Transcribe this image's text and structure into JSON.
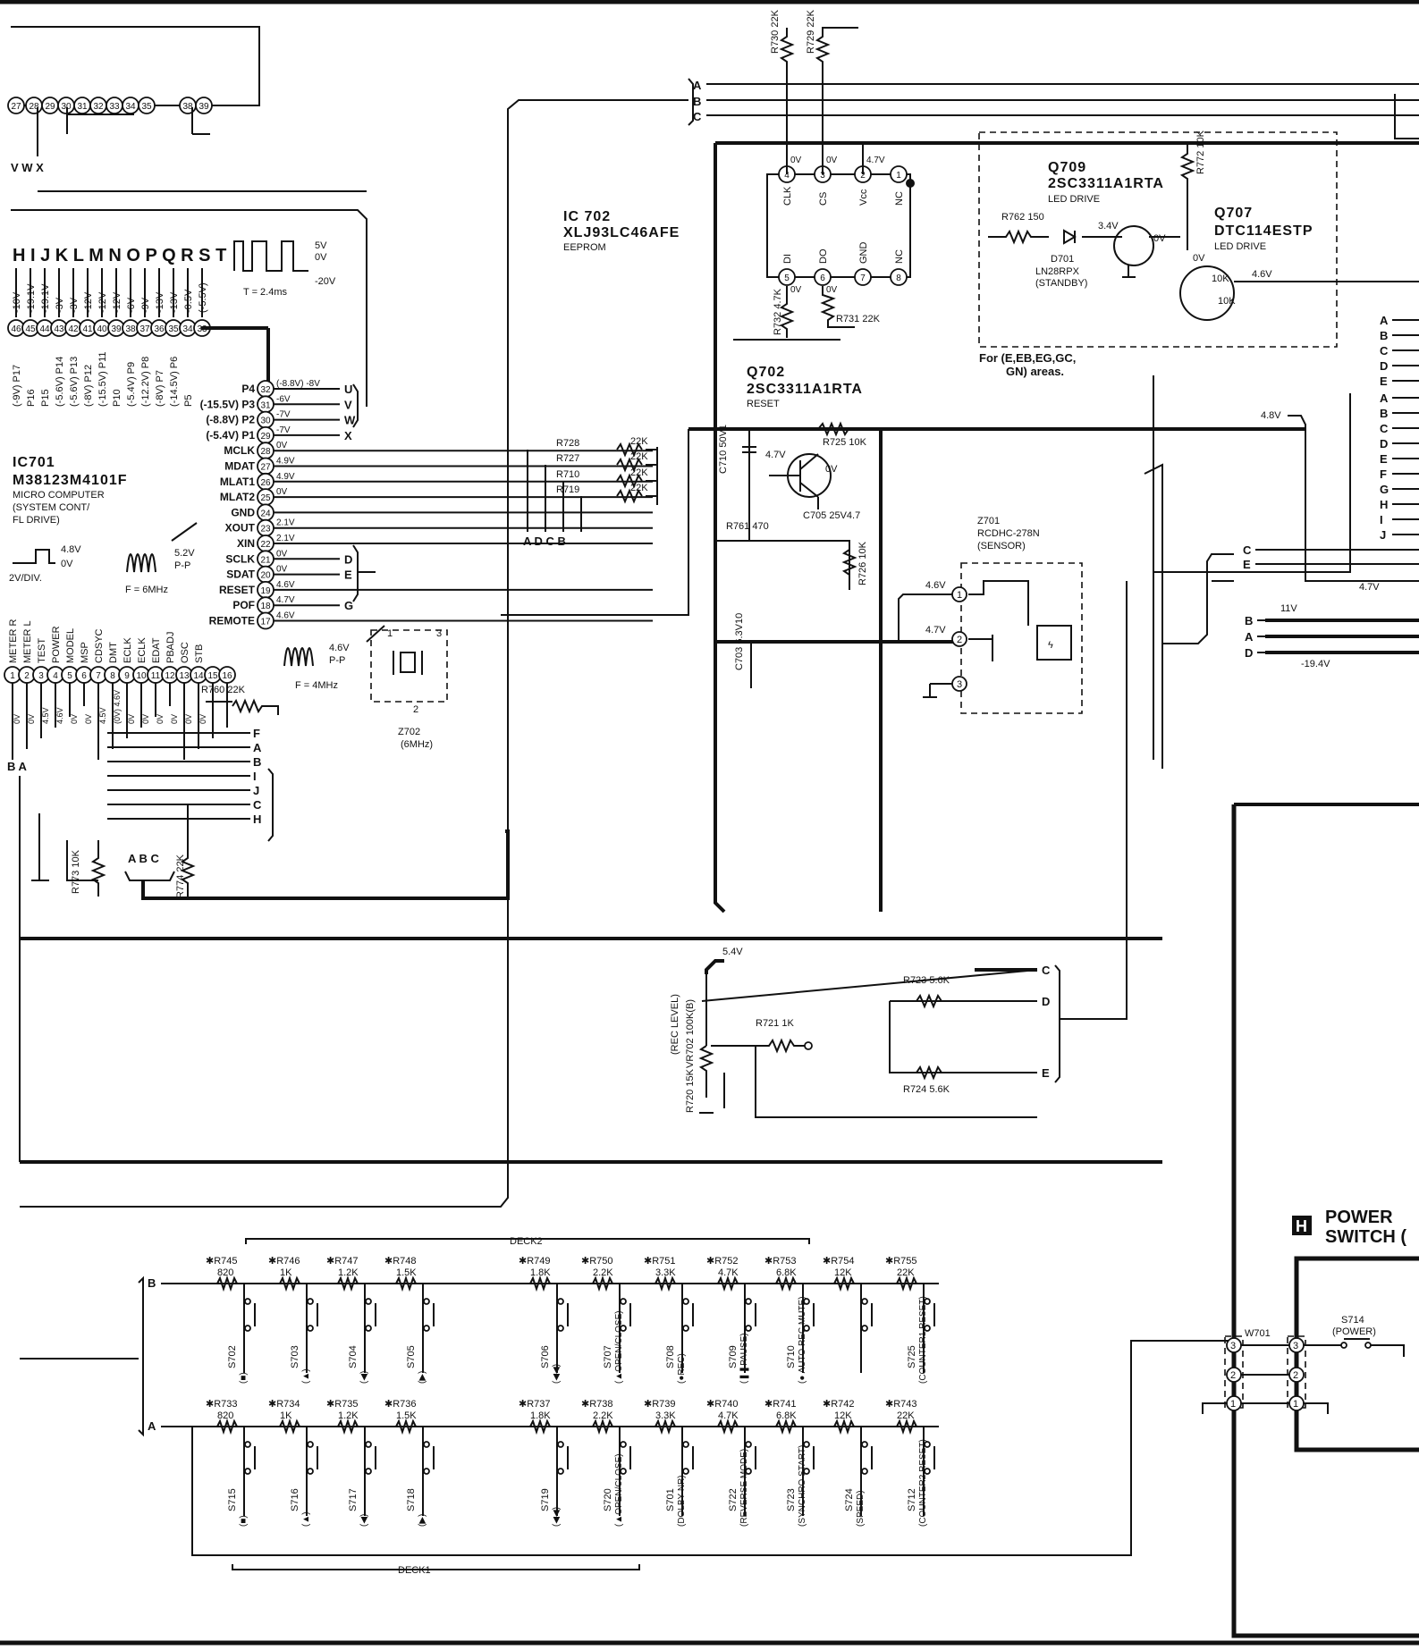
{
  "ic701": {
    "ref": "IC701",
    "part": "M38123M4101F",
    "desc1": "MICRO COMPUTER",
    "desc2": "(SYSTEM CONT/",
    "desc3": "FL DRIVE)",
    "clock_label": "F = 6MHz",
    "clock_amp": "5.2V",
    "clock_pp": "P-P",
    "wave_high": "4.8V",
    "wave_low": "0V",
    "wave_div": "2V/DIV.",
    "top_pins": [
      "27",
      "28",
      "29",
      "30",
      "31",
      "32",
      "33",
      "34",
      "35",
      "38",
      "39"
    ],
    "top_bus": "V W X",
    "seg_letters": "H I J K L M N O P Q R S T",
    "seg_wave": {
      "v1": "5V",
      "v2": "0V",
      "v3": "-20V",
      "period": "T = 2.4ms"
    },
    "seg_volts": [
      "-10V",
      "-19.1V",
      "-19.1V",
      "-3V",
      "-3V",
      "-12V",
      "-12V",
      "-12V",
      "-6V",
      "-9V",
      "-13V",
      "-13V",
      "-0.5V",
      "(-5.5V)"
    ],
    "seg_pins": [
      "46",
      "45",
      "44",
      "43",
      "42",
      "41",
      "40",
      "39",
      "38",
      "37",
      "36",
      "35",
      "34",
      "33"
    ],
    "seg_names": [
      "(-9V) P17",
      "P16",
      "P15",
      "(-5.6V) P14",
      "(-5.6V) P13",
      "(-8V) P12",
      "(-15.5V) P11",
      "P10",
      "(-5.4V) P9",
      "(-12.2V) P8",
      "(-8V) P7",
      "(-14.5V) P6",
      "P5"
    ],
    "right_pins": [
      {
        "name": "P4",
        "pin": "32",
        "v": "(-8.8V) -8V",
        "bus": "U"
      },
      {
        "name": "(-15.5V) P3",
        "pin": "31",
        "v": "-6V",
        "bus": "V"
      },
      {
        "name": "(-8.8V) P2",
        "pin": "30",
        "v": "-7V",
        "bus": "W"
      },
      {
        "name": "(-5.4V) P1",
        "pin": "29",
        "v": "-7V",
        "bus": "X"
      },
      {
        "name": "MCLK",
        "pin": "28",
        "v": "0V",
        "bus": ""
      },
      {
        "name": "MDAT",
        "pin": "27",
        "v": "4.9V",
        "bus": ""
      },
      {
        "name": "MLAT1",
        "pin": "26",
        "v": "4.9V",
        "bus": ""
      },
      {
        "name": "MLAT2",
        "pin": "25",
        "v": "0V",
        "bus": ""
      },
      {
        "name": "GND",
        "pin": "24",
        "v": "",
        "bus": ""
      },
      {
        "name": "XOUT",
        "pin": "23",
        "v": "2.1V",
        "bus": ""
      },
      {
        "name": "XIN",
        "pin": "22",
        "v": "2.1V",
        "bus": ""
      },
      {
        "name": "SCLK",
        "pin": "21",
        "v": "0V",
        "bus": "D"
      },
      {
        "name": "SDAT",
        "pin": "20",
        "v": "0V",
        "bus": "E"
      },
      {
        "name": "RESET",
        "pin": "19",
        "v": "4.6V",
        "bus": ""
      },
      {
        "name": "POF",
        "pin": "18",
        "v": "4.7V",
        "bus": "G"
      },
      {
        "name": "REMOTE",
        "pin": "17",
        "v": "4.6V",
        "bus": ""
      }
    ],
    "bottom_pins": [
      "1",
      "2",
      "3",
      "4",
      "5",
      "6",
      "7",
      "8",
      "9",
      "10",
      "11",
      "12",
      "13",
      "14",
      "15",
      "16"
    ],
    "bottom_names": [
      "METER R",
      "METER L",
      "TEST",
      "POWER",
      "MODEL",
      "MSP",
      "CDSYC",
      "DMT",
      "ECLK",
      "ECLK",
      "EDAT",
      "PBADJ",
      "OSC",
      "STB"
    ],
    "bottom_volts": [
      "0V",
      "0V",
      "4.5V",
      "4.6V",
      "0V",
      "0V",
      "4.5V",
      "(0V) 4.6V",
      "0V",
      "0V",
      "0V",
      "0V",
      "0V",
      "0V"
    ],
    "bottom_bus": [
      "F",
      "A",
      "B",
      "I",
      "J",
      "C",
      "H"
    ],
    "ba_label": "B A"
  },
  "ic702": {
    "ref": "IC 702",
    "part": "XLJ93LC46AFE",
    "desc": "EEPROM",
    "pins_top": [
      "CLK",
      "CS",
      "Vcc",
      "NC"
    ],
    "pins_bot": [
      "DI",
      "DO",
      "GND",
      "NC"
    ],
    "nums_top": [
      "4",
      "3",
      "2",
      "1"
    ],
    "nums_bot": [
      "5",
      "6",
      "7",
      "8"
    ],
    "v_top": [
      "0V",
      "0V",
      "4.7V"
    ],
    "v_bot": [
      "0V",
      "0V"
    ],
    "bus": "A B C",
    "bus2": "A D C B"
  },
  "resistors": {
    "r730": "R730 22K",
    "r729": "R729 22K",
    "r728": "R728",
    "r727": "R727",
    "r710": "R710",
    "r719": "R719",
    "r7xx_val": "22K",
    "r732": "R732 4.7K",
    "r731": "R731 22K",
    "r725": "R725 10K",
    "r761": "R761 470",
    "r726": "R726 10K",
    "r762": "R762 150",
    "r772": "R772 10K",
    "r760": "R760 22K",
    "r773": "R773 10K",
    "r774": "R774 22K",
    "r723": "R723 5.6K",
    "r724": "R724 5.6K",
    "r721": "R721 1K",
    "r720": "R720 15K"
  },
  "q702": {
    "ref": "Q702",
    "part": "2SC3311A1RTA",
    "desc": "RESET",
    "v1": "4.7V",
    "v2": "0V"
  },
  "q709": {
    "ref": "Q709",
    "part": "2SC3311A1RTA",
    "desc": "LED DRIVE",
    "v": "3.4V",
    "v2": "0V"
  },
  "q707": {
    "ref": "Q707",
    "part": "DTC114ESTP",
    "desc": "LED DRIVE",
    "r1": "10K",
    "r2": "10K",
    "v": "4.6V",
    "v2": "0V"
  },
  "d701": {
    "ref": "D701",
    "part": "LN28RPX",
    "desc": "(STANDBY)"
  },
  "areas_note": "For (E,EB,EG,GC, GN) areas.",
  "c710": "C710 50V1",
  "c705": "C705 25V4.7",
  "c703": "C703 6.3V10",
  "z701": {
    "ref": "Z701",
    "part": "RCDHC-278N",
    "desc": "(SENSOR)",
    "v1": "4.6V",
    "v2": "4.7V",
    "pins": [
      "1",
      "2",
      "3"
    ]
  },
  "z702": {
    "ref": "Z702",
    "desc": "(6MHz)",
    "clock": "F = 4MHz",
    "amp": "4.6V",
    "pp": "P-P",
    "pins": [
      "1",
      "2",
      "3"
    ]
  },
  "vr702": {
    "ref": "VR702 100K(B)",
    "label": "(REC LEVEL)",
    "v": "5.4V"
  },
  "right_volts": {
    "v48": "4.8V",
    "v47": "4.7V",
    "v11": "11V",
    "v194": "-19.4V",
    "v47b": "4.7V"
  },
  "right_bus1": [
    "A",
    "B",
    "C",
    "D",
    "E"
  ],
  "right_bus2": [
    "A",
    "B",
    "C",
    "D",
    "E",
    "F",
    "G",
    "H",
    "I",
    "J"
  ],
  "right_bus3": [
    "C",
    "E"
  ],
  "right_bus4": [
    "B",
    "A",
    "D"
  ],
  "cde_bus": [
    "C",
    "D",
    "E"
  ],
  "deck2": "DECK2",
  "deck1": "DECK1",
  "row_b": {
    "bus": "B",
    "res": [
      [
        "R745",
        "820"
      ],
      [
        "R746",
        "1K"
      ],
      [
        "R747",
        "1.2K"
      ],
      [
        "R748",
        "1.5K"
      ],
      [
        "R749",
        "1.8K"
      ],
      [
        "R750",
        "2.2K"
      ],
      [
        "R751",
        "3.3K"
      ],
      [
        "R752",
        "4.7K"
      ],
      [
        "R753",
        "6.8K"
      ],
      [
        "R754",
        "12K"
      ],
      [
        "R755",
        "22K"
      ]
    ],
    "sw": [
      [
        "S702",
        "(■)"
      ],
      [
        "S703",
        "(▲)"
      ],
      [
        "S704",
        "(◀)"
      ],
      [
        "S705",
        "(▶)"
      ],
      [
        "S706",
        "(◀◀)"
      ],
      [
        "S707",
        "(▲OPEN/CLOSE)"
      ],
      [
        "S708",
        "(●REC)"
      ],
      [
        "S709",
        "(❚❚PAUSE)"
      ],
      [
        "S710",
        "(● AUTO REC MUTE)"
      ],
      [
        "",
        ""
      ],
      [
        "S725",
        "(COUNTER1 RESET)"
      ]
    ]
  },
  "row_a": {
    "bus": "A",
    "res": [
      [
        "R733",
        "820"
      ],
      [
        "R734",
        "1K"
      ],
      [
        "R735",
        "1.2K"
      ],
      [
        "R736",
        "1.5K"
      ],
      [
        "R737",
        "1.8K"
      ],
      [
        "R738",
        "2.2K"
      ],
      [
        "R739",
        "3.3K"
      ],
      [
        "R740",
        "4.7K"
      ],
      [
        "R741",
        "6.8K"
      ],
      [
        "R742",
        "12K"
      ],
      [
        "R743",
        "22K"
      ]
    ],
    "sw": [
      [
        "S715",
        "(■)"
      ],
      [
        "S716",
        "(▲)"
      ],
      [
        "S717",
        "(◀)"
      ],
      [
        "S718",
        "(▶)"
      ],
      [
        "S719",
        "(◀◀)"
      ],
      [
        "S720",
        "(▲OPEN/CLOSE)"
      ],
      [
        "S701",
        "(DOLBY NR)"
      ],
      [
        "S722",
        "(REVERSE MODE)"
      ],
      [
        "S723",
        "(SYNCHRO START)"
      ],
      [
        "S724",
        "(SPEED)"
      ],
      [
        "S712",
        "(COUNTER2 RESET)"
      ]
    ]
  },
  "power": {
    "badge": "H",
    "title1": "POWER",
    "title2": "SWITCH (",
    "w701": "W701",
    "s714": "S714",
    "s714_desc": "(POWER)",
    "pins": [
      "3",
      "2",
      "1"
    ]
  }
}
